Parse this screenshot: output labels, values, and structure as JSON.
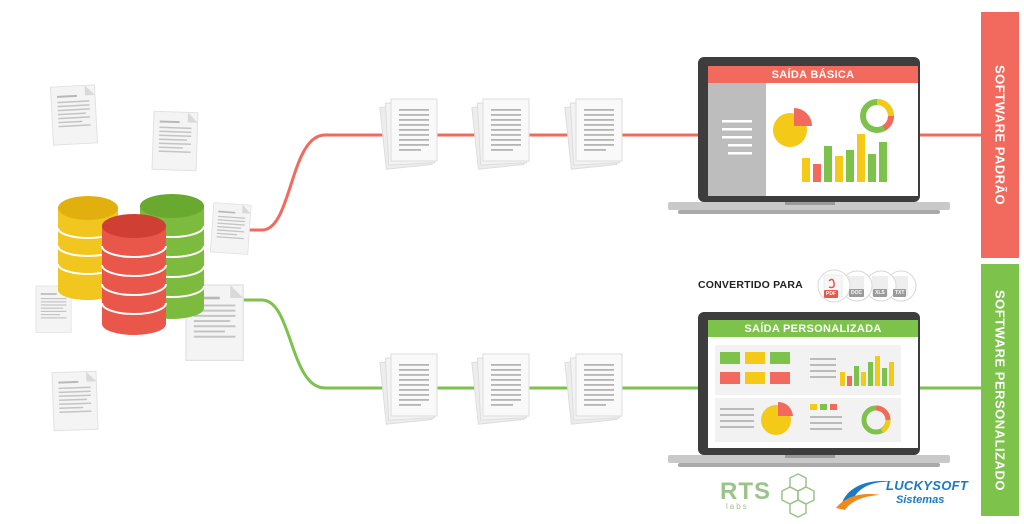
{
  "sidebar": {
    "top_label": "SOFTWARE PADRÃO",
    "bottom_label": "SOFTWARE PERSONALIZADO",
    "top_color": "#f26a5d",
    "bottom_color": "#7dc24b"
  },
  "top_laptop": {
    "title": "SAÍDA BÁSICA"
  },
  "bottom_laptop": {
    "title": "SAÍDA PERSONALIZADA"
  },
  "converted": {
    "label": "CONVERTIDO PARA",
    "formats": [
      "PDF",
      "DOC",
      "XLS",
      "TXT"
    ]
  },
  "logos": {
    "rts": "RTS",
    "rts_sub": "labs",
    "luckysoft": "LUCKYSOFT",
    "luckysoft_sub": "Sistemas"
  },
  "colors": {
    "red": "#f26a5d",
    "green": "#7dc24b",
    "yellow": "#f4c918",
    "db_red": "#e8574a",
    "db_yellow": "#f1c61f",
    "db_green": "#7dbb3e",
    "laptop_dark": "#3d3d3d"
  }
}
